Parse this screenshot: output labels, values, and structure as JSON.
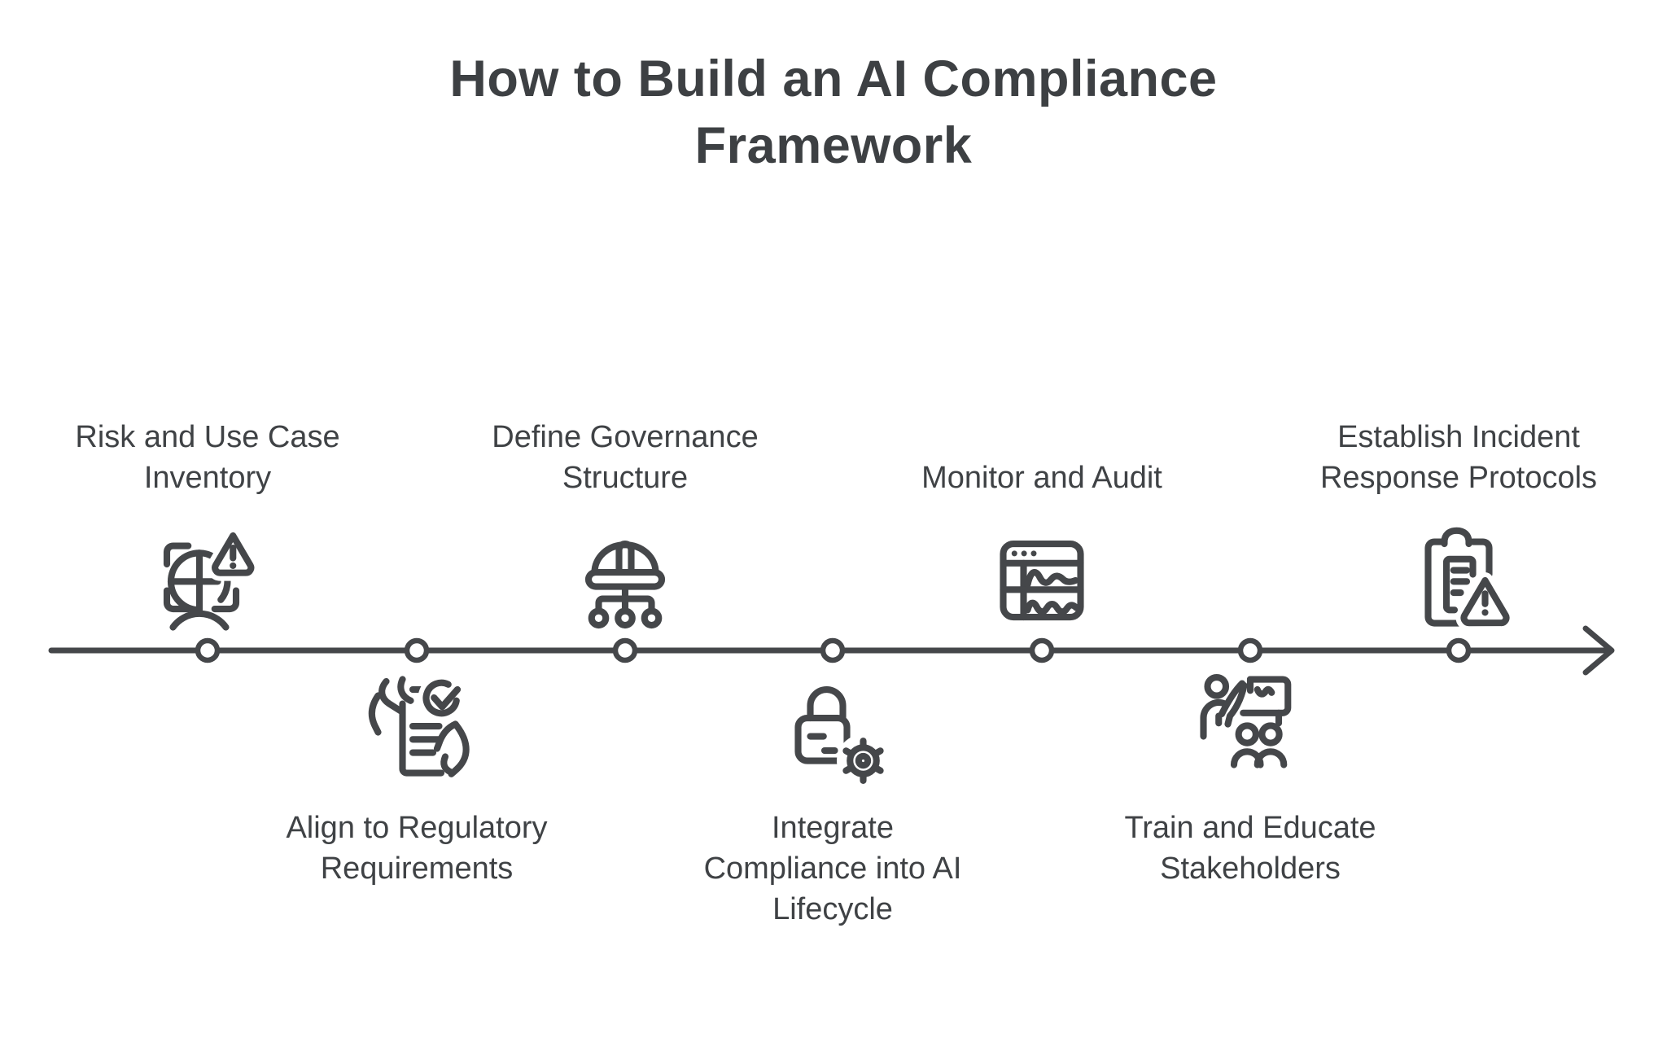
{
  "title": "How to Build an AI Compliance Framework",
  "colors": {
    "background": "#ffffff",
    "stroke": "#45474a",
    "title_text": "#3d4043",
    "label_text": "#3f4245"
  },
  "timeline": {
    "type": "horizontal-arrow-timeline",
    "direction": "left-to-right",
    "node_count": 7,
    "arrow_end": "right"
  },
  "steps": [
    {
      "label": "Risk and Use Case Inventory",
      "icon": "pie-chart-warning-icon",
      "position": "above"
    },
    {
      "label": "Align to Regulatory Requirements",
      "icon": "document-check-hand-icon",
      "position": "below"
    },
    {
      "label": "Define Governance Structure",
      "icon": "hard-hat-org-chart-icon",
      "position": "above"
    },
    {
      "label": "Integrate Compliance into AI Lifecycle",
      "icon": "lock-gear-icon",
      "position": "below"
    },
    {
      "label": "Monitor and Audit",
      "icon": "analytics-window-icon",
      "position": "above"
    },
    {
      "label": "Train and Educate Stakeholders",
      "icon": "presenter-audience-icon",
      "position": "below"
    },
    {
      "label": "Establish Incident Response Protocols",
      "icon": "clipboard-warning-icon",
      "position": "above"
    }
  ]
}
